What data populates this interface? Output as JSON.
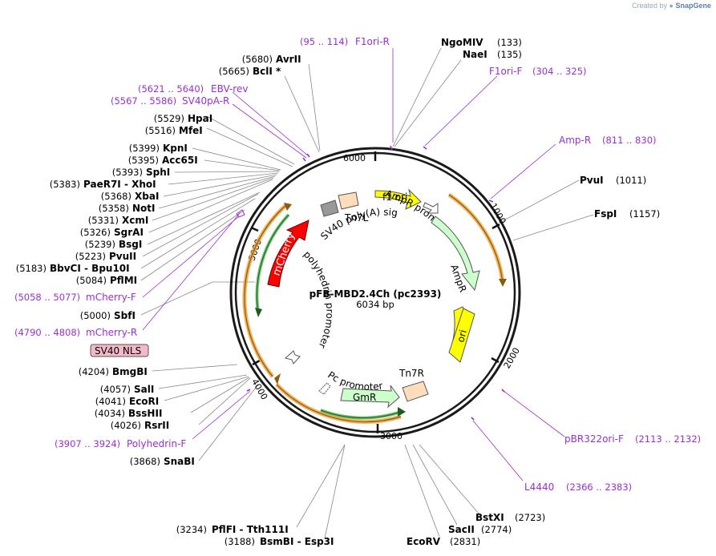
{
  "watermark": {
    "created_by": "Created by",
    "brand": "SnapGene"
  },
  "plasmid": {
    "name": "pFB-MBD2.4Ch (pc2393)",
    "length": "6034 bp"
  },
  "ticks": [
    "1000",
    "2000",
    "3000",
    "4000",
    "5000",
    "6000"
  ],
  "enzymes_left": [
    {
      "pos": "(5680)",
      "name": "AvrII",
      "suffix": ""
    },
    {
      "pos": "(5665)",
      "name": "BclI",
      "suffix": " *"
    },
    {
      "pos": "(5529)",
      "name": "HpaI",
      "suffix": ""
    },
    {
      "pos": "(5516)",
      "name": "MfeI",
      "suffix": ""
    },
    {
      "pos": "(5399)",
      "name": "KpnI",
      "suffix": ""
    },
    {
      "pos": "(5395)",
      "name": "Acc65I",
      "suffix": ""
    },
    {
      "pos": "(5393)",
      "name": "SphI",
      "suffix": ""
    },
    {
      "pos": "(5383)",
      "name": "PaeR7I",
      "suffix": " - XhoI"
    },
    {
      "pos": "(5368)",
      "name": "XbaI",
      "suffix": ""
    },
    {
      "pos": "(5358)",
      "name": "NotI",
      "suffix": ""
    },
    {
      "pos": "(5331)",
      "name": "XcmI",
      "suffix": ""
    },
    {
      "pos": "(5326)",
      "name": "SgrAI",
      "suffix": ""
    },
    {
      "pos": "(5239)",
      "name": "BsgI",
      "suffix": ""
    },
    {
      "pos": "(5223)",
      "name": "PvuII",
      "suffix": ""
    },
    {
      "pos": "(5183)",
      "name": "BbvCI",
      "suffix": " - Bpu10I"
    },
    {
      "pos": "(5084)",
      "name": "PflMI",
      "suffix": ""
    },
    {
      "pos": "(5000)",
      "name": "SbfI",
      "suffix": ""
    },
    {
      "pos": "(4204)",
      "name": "BmgBI",
      "suffix": ""
    },
    {
      "pos": "(4057)",
      "name": "SalI",
      "suffix": ""
    },
    {
      "pos": "(4041)",
      "name": "EcoRI",
      "suffix": ""
    },
    {
      "pos": "(4034)",
      "name": "BssHII",
      "suffix": ""
    },
    {
      "pos": "(4026)",
      "name": "RsrII",
      "suffix": ""
    },
    {
      "pos": "(3868)",
      "name": "SnaBI",
      "suffix": ""
    }
  ],
  "enzymes_right": [
    {
      "name": "NgoMIV",
      "pos": "(133)"
    },
    {
      "name": "NaeI",
      "pos": "(135)"
    },
    {
      "name": "PvuI",
      "pos": "(1011)"
    },
    {
      "name": "FspI",
      "pos": "(1157)"
    }
  ],
  "enzymes_bottom": [
    {
      "pos": "(3234)",
      "name": "PflFI",
      "suffix": " - Tth111I"
    },
    {
      "pos": "(3188)",
      "name": "BsmBI",
      "suffix": " - Esp3I"
    },
    {
      "name": "BstXI",
      "pos": "(2723)"
    },
    {
      "name": "SacII",
      "pos": "(2774)"
    },
    {
      "name": "EcoRV",
      "pos": "(2831)"
    }
  ],
  "primers": [
    {
      "range": "(95 .. 114)",
      "name": "F1ori-R"
    },
    {
      "range": "(304 .. 325)",
      "name": "F1ori-F"
    },
    {
      "range": "(5621 .. 5640)",
      "name": "EBV-rev"
    },
    {
      "range": "(5567 .. 5586)",
      "name": "SV40pA-R"
    },
    {
      "range": "(811 .. 830)",
      "name": "Amp-R"
    },
    {
      "range": "(5058 .. 5077)",
      "name": "mCherry-F"
    },
    {
      "range": "(4790 .. 4808)",
      "name": "mCherry-R"
    },
    {
      "range": "(2113 .. 2132)",
      "name": "pBR322ori-F"
    },
    {
      "range": "(2366 .. 2383)",
      "name": "L4440"
    },
    {
      "range": "(3907 .. 3924)",
      "name": "Polyhedrin-F"
    }
  ],
  "nls_label": "SV40 NLS",
  "features": {
    "f1ori": "f1 ori",
    "ampr_promoter": "AmpR promoter",
    "ampr": "AmpR",
    "ori": "ori",
    "tn7r": "Tn7R",
    "gmr": "GmR",
    "pc_promoter": "Pc promoter",
    "polyhedrin_promoter": "polyhedrin promoter",
    "mcherry": "mCherry",
    "sv40_polya": "SV40 poly(A) signal",
    "tn7l": "Tn7L"
  },
  "colors": {
    "primer": "#9a2fd0",
    "f1ori": "#ffff00",
    "ampr": "#ccffcc",
    "mcherry": "#ff0000",
    "orange_arc": "#f0a030",
    "green_arc": "#33aa33",
    "tn7": "#ffddbb",
    "sv40": "#999999"
  }
}
